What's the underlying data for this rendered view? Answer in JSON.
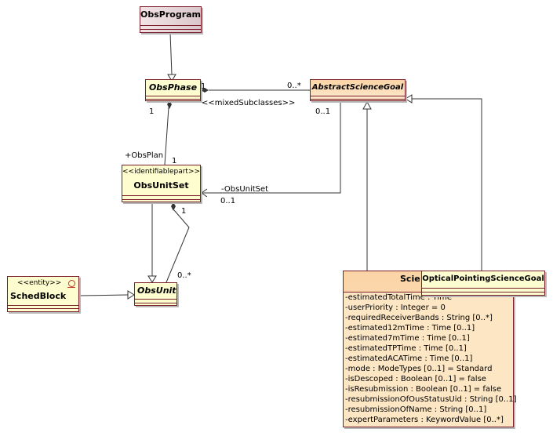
{
  "classes": {
    "obs_program": {
      "name": "ObsProgram"
    },
    "obs_phase": {
      "name": "ObsPhase"
    },
    "abstract_science_goal": {
      "name": "AbstractScienceGoal"
    },
    "obs_unit_set": {
      "stereotype": "<<identifiablepart>>",
      "name": "ObsUnitSet"
    },
    "obs_unit": {
      "name": "ObsUnit"
    },
    "sched_block": {
      "stereotype": "<<entity>>",
      "name": "SchedBlock"
    },
    "science_goal": {
      "name": "Scie",
      "attributes": [
        "-estimatedTotalTime : Time",
        "-userPriority : Integer = 0",
        "-requiredReceiverBands : String [0..*]",
        "-estimated12mTime : Time [0..1]",
        "-estimated7mTime : Time [0..1]",
        "-estimatedTPTime : Time [0..1]",
        "-estimatedACATime : Time [0..1]",
        "-mode : ModeTypes [0..1] = Standard",
        "-isDescoped : Boolean [0..1] = false",
        "-isResubmission : Boolean [0..1] = false",
        "-resubmissionOfOusStatusUid : String [0..1]",
        "-resubmissionOfName : String [0..1]",
        "-expertParameters : KeywordValue [0..*]"
      ]
    },
    "optical_pointing_science_goal": {
      "name": "OpticalPointingScienceGoal"
    }
  },
  "labels": {
    "phase_end_one": "1",
    "phase_goal_many": "0..*",
    "mixed_subclasses": "<<mixedSubclasses>>",
    "phase_set_one": "1",
    "goal_set_zero_one": "0..1",
    "obs_plan_role": "+ObsPlan",
    "set_top_one": "1",
    "obs_unit_set_role": "-ObsUnitSet",
    "obs_unit_set_mult": "0..1",
    "set_unit_one": "1",
    "unit_many": "0..*"
  }
}
